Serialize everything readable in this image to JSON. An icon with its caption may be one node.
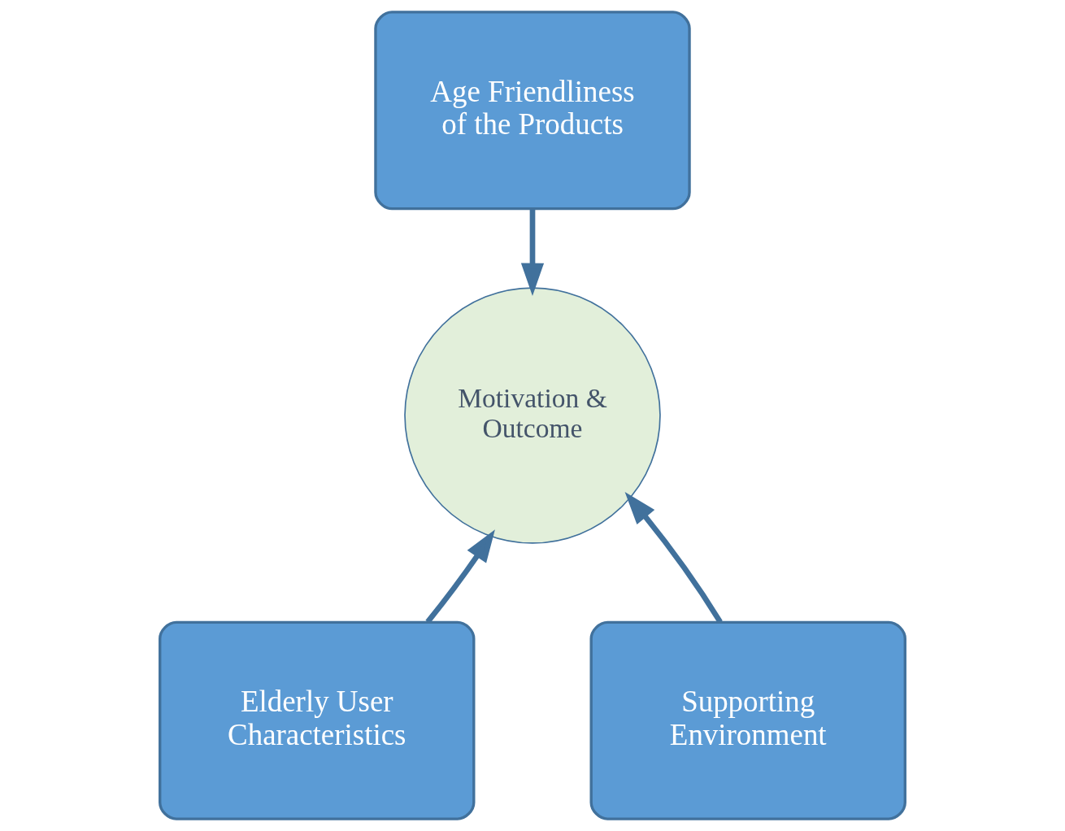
{
  "diagram": {
    "nodes": [
      {
        "text": [
          "Age Friendliness of the Products"
        ]
      },
      {
        "text": [
          "Motivation & Outcome"
        ]
      },
      {
        "text": [
          "Elderly User Characteristics"
        ]
      },
      {
        "text": [
          "Supporting Environment"
        ]
      }
    ],
    "edges": [
      {
        "from": 0,
        "to": 1,
        "arrow": "to"
      },
      {
        "from": 2,
        "to": 1,
        "arrow": "to"
      },
      {
        "from": 3,
        "to": 1,
        "arrow": "to"
      }
    ]
  }
}
